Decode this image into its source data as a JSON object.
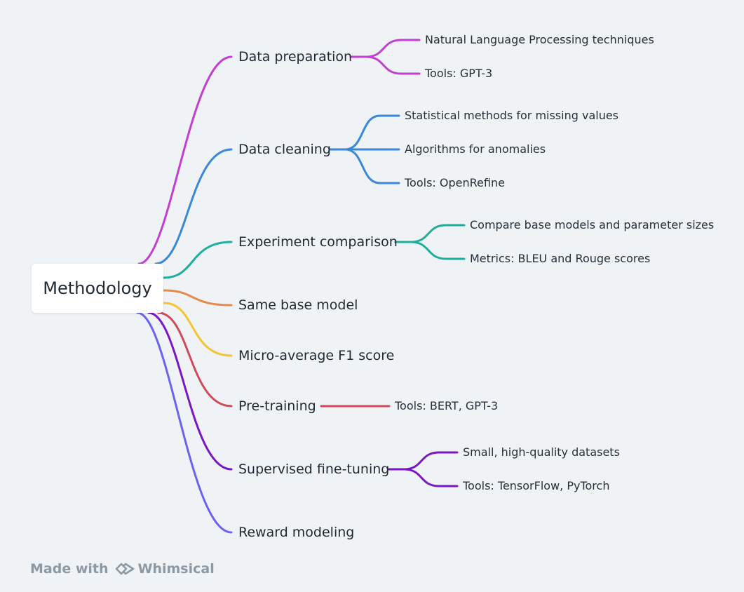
{
  "root": {
    "label": "Methodology"
  },
  "branches": [
    {
      "id": "data-preparation",
      "label": "Data preparation",
      "color": "#c23fd1",
      "children": [
        "Natural Language Processing techniques",
        "Tools: GPT-3"
      ]
    },
    {
      "id": "data-cleaning",
      "label": "Data cleaning",
      "color": "#3a88d8",
      "children": [
        "Statistical methods for missing values",
        "Algorithms for anomalies",
        "Tools: OpenRefine"
      ]
    },
    {
      "id": "experiment-comparison",
      "label": "Experiment comparison",
      "color": "#1fae9c",
      "children": [
        "Compare base models and parameter sizes",
        "Metrics: BLEU and Rouge scores"
      ]
    },
    {
      "id": "same-base-model",
      "label": "Same base model",
      "color": "#e8894a",
      "children": []
    },
    {
      "id": "micro-average-f1",
      "label": "Micro-average F1 score",
      "color": "#f5c432",
      "children": []
    },
    {
      "id": "pre-training",
      "label": "Pre-training",
      "color": "#d04a5a",
      "children": [
        "Tools: BERT, GPT-3"
      ]
    },
    {
      "id": "supervised-fine-tuning",
      "label": "Supervised fine-tuning",
      "color": "#7a16c4",
      "children": [
        "Small, high-quality datasets",
        "Tools: TensorFlow, PyTorch"
      ]
    },
    {
      "id": "reward-modeling",
      "label": "Reward modeling",
      "color": "#6b63f0",
      "children": []
    }
  ],
  "footer": {
    "made_with": "Made with",
    "brand": "Whimsical",
    "logo_icon": "whimsical-logo-icon"
  }
}
